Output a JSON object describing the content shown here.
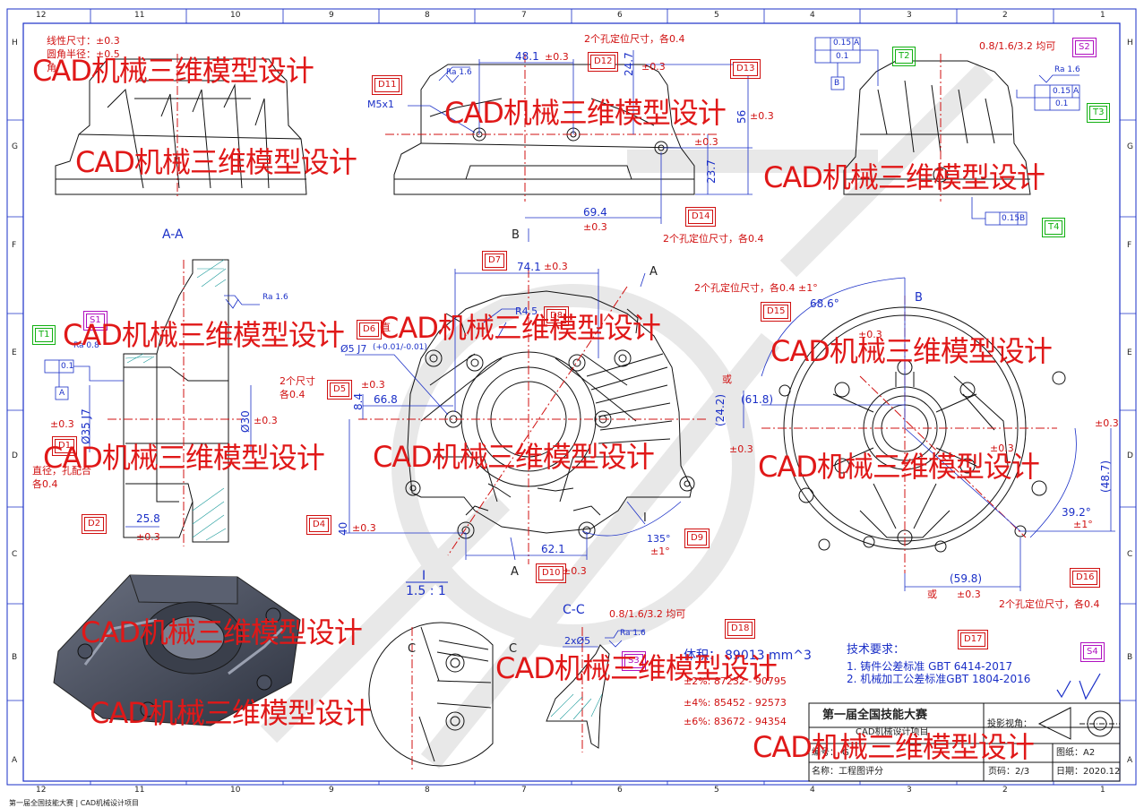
{
  "zones": {
    "cols": [
      "12",
      "11",
      "10",
      "9",
      "8",
      "7",
      "6",
      "5",
      "4",
      "3",
      "2",
      "1"
    ],
    "rows": [
      "H",
      "G",
      "F",
      "E",
      "D",
      "C",
      "B",
      "A"
    ]
  },
  "notes": {
    "tol_linear": "线性尺寸：±0.3",
    "tol_radius": "圆角半径：±0.5",
    "tol_angle_head": "角",
    "two_hole_top": "2个孔定位尺寸，各0.4",
    "two_hole_mid": "2个孔定位尺寸，各0.4",
    "two_hole_right": "2个孔定位尺寸，各0.4  ±1°",
    "two_hole_bottom": "2个孔定位尺寸，各0.4",
    "rough_all_top": "0.8/1.6/3.2 均可",
    "rough_all_cc": "0.8/1.6/3.2 均可",
    "two_size_a": "2个尺寸",
    "two_size_b": "各0.4",
    "dia_note_a": "直径，孔配合",
    "dia_note_b": "各0.4",
    "straight": "直"
  },
  "views": {
    "section_aa": "A-A",
    "section_cc": "C-C",
    "detail_i": "I",
    "detail_scale": "1.5 : 1",
    "label_a": "A",
    "label_b": "B",
    "label_c": "C",
    "label_i": "I"
  },
  "dims": {
    "d48": "48.1",
    "pm03": "±0.3",
    "d24_7": "24.7",
    "d56": "56",
    "d23_7": "23.7",
    "d69_4": "69.4",
    "d74_1": "74.1",
    "r4_5": "R4.5",
    "d66_8": "66.8",
    "d8_4": "8.4",
    "d40": "40",
    "d62_1": "62.1",
    "d25_8": "25.8",
    "d30": "Ø30",
    "d35": "Ø35 J7",
    "d5": "Ø5 J7",
    "d5tol": "(+0.01/-0.01)",
    "d135": "135°",
    "pm1": "±1°",
    "d68_6": "68.6°",
    "d61_8": "(61.8)",
    "d24_2": "(24.2)",
    "d48_7": "(48.7)",
    "d39_2": "39.2°",
    "d59_8": "(59.8)",
    "or": "或",
    "m5": "M5x1",
    "ra16": "Ra 1.6",
    "ra08": "Ra 0.8",
    "two_phi5": "2xØ5",
    "gdt_015": "0.15",
    "gdt_01": "0.1",
    "datum_a": "A",
    "datum_b": "B"
  },
  "tags": {
    "D1": "D1",
    "D2": "D2",
    "D4": "D4",
    "D5": "D5",
    "D6": "D6",
    "D7": "D7",
    "D8": "D8",
    "D9": "D9",
    "D10": "D10",
    "D11": "D11",
    "D12": "D12",
    "D13": "D13",
    "D14": "D14",
    "D15": "D15",
    "D16": "D16",
    "D17": "D17",
    "D18": "D18",
    "T1": "T1",
    "T2": "T2",
    "T3": "T3",
    "T4": "T4",
    "S1": "S1",
    "S2": "S2",
    "S3": "S3",
    "S4": "S4"
  },
  "volume": {
    "label": "体积：",
    "value": "89013 mm^3",
    "r2": "±2%: 87232 - 90795",
    "r4": "±4%: 85452 - 92573",
    "r6": "±6%: 83672 - 94354"
  },
  "tech": {
    "title": "技术要求：",
    "item1": "1. 铸件公差标准 GBT 6414-2017",
    "item2": "2. 机械加工公差标准GBT 1804-2016"
  },
  "title_block": {
    "event": "第一届全国技能大赛",
    "project": "CAD机械设计项目",
    "proj_view": "投影视角：",
    "sheet_size": "图纸：A2",
    "name": "名称：工程图评分",
    "page": "页码：2/3",
    "date": "日期：2020.12",
    "num": "编号：",
    "ga": "G"
  },
  "watermark": "CAD机械三维模型设计",
  "footer": "第一届全国技能大赛 | CAD机械设计项目",
  "colors": {
    "border": "#1a2fc7",
    "dims": "#1a2fc7",
    "marks": "#d01010",
    "geometry": "#111111",
    "wm": "#e01818"
  }
}
